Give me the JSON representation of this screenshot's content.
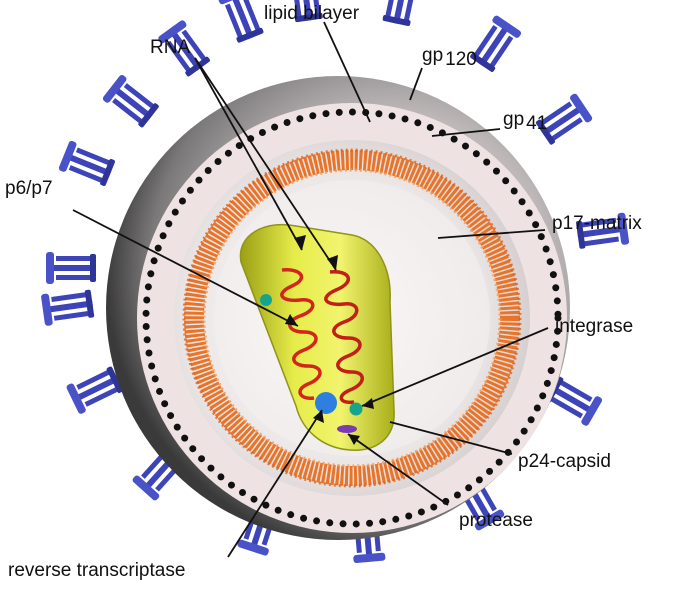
{
  "diagram": {
    "labels": {
      "lipid_bilayer": "lipid bilayer",
      "rna": "RNA",
      "gp120_prefix": "gp",
      "gp120_number": "120",
      "gp41_prefix": "gp",
      "gp41_number": "41",
      "p6p7": "p6/p7",
      "p17_matrix": "p17-matrix",
      "integrase": "integrase",
      "p24_capsid": "p24-capsid",
      "protease": "protease",
      "reverse_transcriptase": "reverse transcriptase"
    },
    "colors": {
      "envelope_grey": "#6f6e70",
      "membrane_pink": "#efe2e2",
      "bilayer_dots": "#111111",
      "spike_blue": "#3d44b8",
      "matrix_orange": "#e8742a",
      "capsid_yellow": "#d9de2a",
      "rna_red": "#d0261c",
      "integrase_teal": "#16a58c",
      "reverse_transcriptase_blue": "#2f7fe0",
      "protease_purple": "#7a3ab0"
    }
  }
}
